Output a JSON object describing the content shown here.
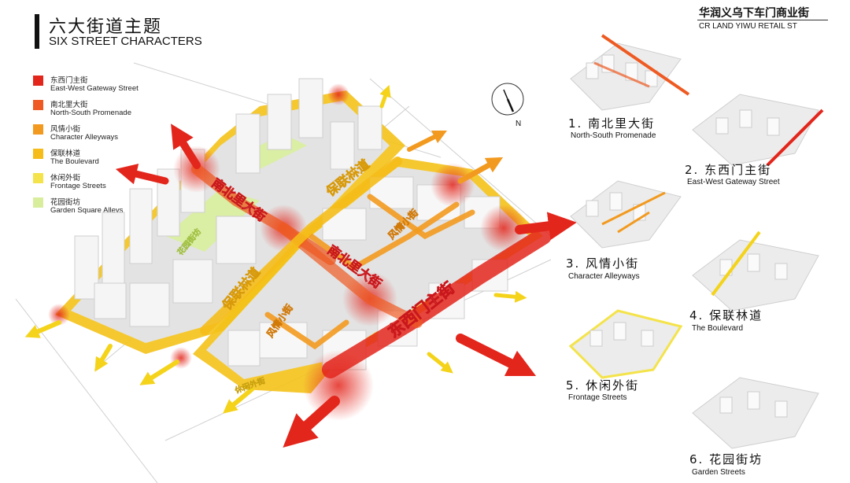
{
  "header": {
    "title_cn": "六大街道主题",
    "title_en": "SIX STREET CHARACTERS",
    "brand_cn": "华润义乌下车门商业街",
    "brand_en": "CR LAND YIWU RETAIL ST"
  },
  "legend": {
    "items": [
      {
        "cn": "东西门主街",
        "en": "East-West Gateway Street",
        "color": "#e3261c"
      },
      {
        "cn": "南北里大街",
        "en": "North-South Promenade",
        "color": "#ee5a22"
      },
      {
        "cn": "风情小街",
        "en": "Character Alleyways",
        "color": "#f29a1f"
      },
      {
        "cn": "保联林道",
        "en": "The Boulevard",
        "color": "#f5bc1a"
      },
      {
        "cn": "休闲外街",
        "en": "Frontage Streets",
        "color": "#f4e34a"
      },
      {
        "cn": "花园街坊",
        "en": "Garden Square Alleys",
        "color": "#d8ee9c"
      }
    ]
  },
  "compass": {
    "label": "N"
  },
  "map_labels": {
    "nanbei_1": "南北里大街",
    "nanbei_2": "南北里大街",
    "baolian_1": "保联林道",
    "baolian_2": "保联林道",
    "dongxi": "东西门主街",
    "fengqing_1": "风情小街",
    "fengqing_2": "风情小街",
    "xiuxian": "休闲外街",
    "huayuan": "花园街坊"
  },
  "thumbnails": [
    {
      "cn": "1. 南北里大街",
      "en": "North-South Promenade"
    },
    {
      "cn": "2. 东西门主街",
      "en": "East-West Gateway Street"
    },
    {
      "cn": "3. 风情小街",
      "en": "Character Alleyways"
    },
    {
      "cn": "4. 保联林道",
      "en": "The Boulevard"
    },
    {
      "cn": "5. 休闲外街",
      "en": "Frontage Streets"
    },
    {
      "cn": "6. 花园街坊",
      "en": "Garden Streets"
    }
  ],
  "colors": {
    "red": "#e3261c",
    "orange_red": "#ee5a22",
    "orange": "#f29a1f",
    "amber": "#f5bc1a",
    "yellow": "#f4e34a",
    "light_green": "#d8ee9c",
    "building": "#f2f2f2",
    "building_shadow": "#c9c9c9",
    "ground": "#e6e6e6"
  }
}
